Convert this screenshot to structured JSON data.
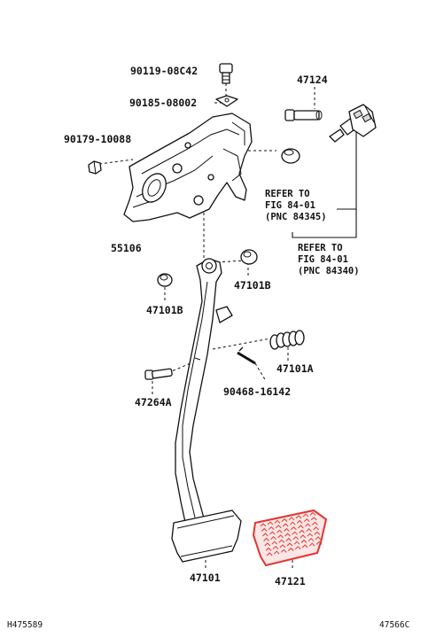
{
  "diagram_code": "H475589",
  "figure_code": "47566C",
  "highlight_color": "#e3342f",
  "labels": {
    "p90119": "90119-08C42",
    "p47124": "47124",
    "p90185": "90185-08002",
    "p90179": "90179-10088",
    "p55106": "55106",
    "p47101B_left": "47101B",
    "p47101B_right": "47101B",
    "p47101A": "47101A",
    "p90468": "90468-16142",
    "p47264A": "47264A",
    "p47101": "47101",
    "p47121": "47121"
  },
  "references": [
    {
      "line1": "REFER TO",
      "line2": "FIG 84-01",
      "line3": "(PNC 84345)"
    },
    {
      "line1": "REFER TO",
      "line2": "FIG 84-01",
      "line3": "(PNC 84340)"
    }
  ]
}
